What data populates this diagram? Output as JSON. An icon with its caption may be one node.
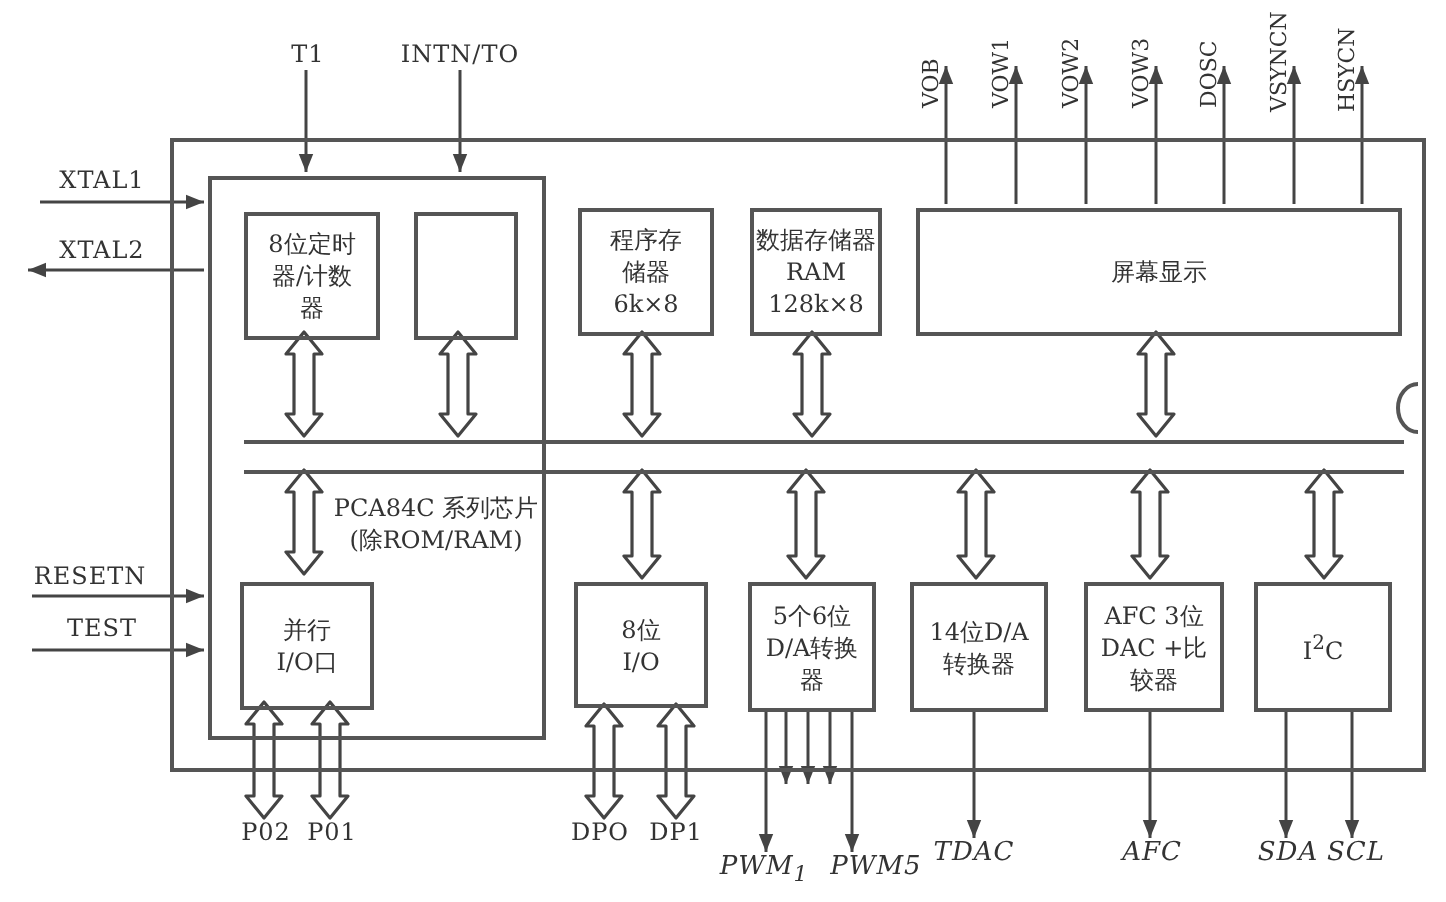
{
  "diagram": {
    "nodes": [
      {
        "text": [],
        "shape": "box"
      },
      {
        "text": [
          "PCA84C 系列芯片(除ROM/RAM)"
        ],
        "in": 0
      },
      {
        "text": [
          "8位定时器/计数器"
        ],
        "in": 1
      },
      {
        "text": [],
        "shape": "box",
        "in": 1
      },
      {
        "text": [
          "程序存储器6k×8"
        ],
        "in": 0
      },
      {
        "text": [
          "数据存储器RAM 128k×8"
        ],
        "in": 0
      },
      {
        "text": [
          "屏幕显示"
        ],
        "in": 0
      },
      {
        "text": [],
        "shape": "bar",
        "in": 0
      },
      {
        "text": [
          "并行I/O口"
        ],
        "in": 1
      },
      {
        "text": [
          "8位I/O"
        ],
        "in": 0
      },
      {
        "text": [
          "5个6位D/A转换器"
        ],
        "in": 0
      },
      {
        "text": [
          "14位D/A转换器"
        ],
        "in": 0
      },
      {
        "text": [
          "AFC 3位DAC +比较器"
        ],
        "in": 0
      },
      {
        "text": [
          "I$^{2}$C"
        ],
        "in": 0
      },
      {
        "text": [
          "T1"
        ]
      },
      {
        "text": [
          "INTN/TO"
        ]
      },
      {
        "text": [
          "XTAL1"
        ]
      },
      {
        "text": [
          "XTAL2"
        ]
      },
      {
        "text": [
          "RESETN"
        ]
      },
      {
        "text": [
          "TEST"
        ]
      },
      {
        "text": [
          "VOB"
        ]
      },
      {
        "text": [
          "VOW1"
        ]
      },
      {
        "text": [
          "VOW2"
        ]
      },
      {
        "text": [
          "VOW3"
        ]
      },
      {
        "text": [
          "DOSC"
        ]
      },
      {
        "text": [
          "VSYNCN"
        ]
      },
      {
        "text": [
          "HSYCN"
        ]
      },
      {
        "text": [
          "P02"
        ]
      },
      {
        "text": [
          "P01"
        ]
      },
      {
        "text": [
          "DPO"
        ]
      },
      {
        "text": [
          "DP1"
        ]
      },
      {
        "text": [
          "PWM$_{1}$"
        ]
      },
      {
        "text": [
          "PWM5"
        ]
      },
      {
        "text": [
          "TDAC"
        ]
      },
      {
        "text": [
          "AFC"
        ]
      },
      {
        "text": [
          "SDA"
        ]
      },
      {
        "text": [
          "SCL"
        ]
      }
    ],
    "edges": [
      {
        "from": 14,
        "to": 1,
        "arrow": "to"
      },
      {
        "from": 15,
        "to": 1,
        "arrow": "to"
      },
      {
        "from": 16,
        "to": 1,
        "arrow": "to"
      },
      {
        "from": 1,
        "to": 17,
        "arrow": "to"
      },
      {
        "from": 18,
        "to": 1,
        "arrow": "to"
      },
      {
        "from": 19,
        "to": 1,
        "arrow": "to"
      },
      {
        "from": 2,
        "to": 7,
        "arrow": "both",
        "style": "thick"
      },
      {
        "from": 3,
        "to": 7,
        "arrow": "both",
        "style": "thick"
      },
      {
        "from": 4,
        "to": 7,
        "arrow": "both",
        "style": "thick"
      },
      {
        "from": 5,
        "to": 7,
        "arrow": "both",
        "style": "thick"
      },
      {
        "from": 6,
        "to": 7,
        "arrow": "both",
        "style": "thick"
      },
      {
        "from": 7,
        "to": 8,
        "arrow": "both",
        "style": "thick"
      },
      {
        "from": 7,
        "to": 9,
        "arrow": "both",
        "style": "thick"
      },
      {
        "from": 7,
        "to": 10,
        "arrow": "both",
        "style": "thick"
      },
      {
        "from": 7,
        "to": 11,
        "arrow": "both",
        "style": "thick"
      },
      {
        "from": 7,
        "to": 12,
        "arrow": "both",
        "style": "thick"
      },
      {
        "from": 7,
        "to": 13,
        "arrow": "both",
        "style": "thick"
      },
      {
        "from": 6,
        "to": 20,
        "arrow": "to"
      },
      {
        "from": 6,
        "to": 21,
        "arrow": "to"
      },
      {
        "from": 6,
        "to": 22,
        "arrow": "to"
      },
      {
        "from": 6,
        "to": 23,
        "arrow": "to"
      },
      {
        "from": 6,
        "to": 24,
        "arrow": "to"
      },
      {
        "from": 6,
        "to": 25,
        "arrow": "to"
      },
      {
        "from": 6,
        "to": 26,
        "arrow": "to"
      },
      {
        "from": 8,
        "to": 27,
        "arrow": "both",
        "style": "thick"
      },
      {
        "from": 8,
        "to": 28,
        "arrow": "both",
        "style": "thick"
      },
      {
        "from": 9,
        "to": 29,
        "arrow": "both",
        "style": "thick"
      },
      {
        "from": 9,
        "to": 30,
        "arrow": "both",
        "style": "thick"
      },
      {
        "from": 10,
        "to": 31,
        "arrow": "to"
      },
      {
        "from": 10,
        "to": null,
        "arrow": "to"
      },
      {
        "from": 10,
        "to": null,
        "arrow": "to"
      },
      {
        "from": 10,
        "to": null,
        "arrow": "to"
      },
      {
        "from": 10,
        "to": 32,
        "arrow": "to"
      },
      {
        "from": 11,
        "to": 33,
        "arrow": "to"
      },
      {
        "from": 12,
        "to": 34,
        "arrow": "to"
      },
      {
        "from": 13,
        "to": 35,
        "arrow": "to"
      },
      {
        "from": 13,
        "to": 36,
        "arrow": "to"
      }
    ]
  }
}
